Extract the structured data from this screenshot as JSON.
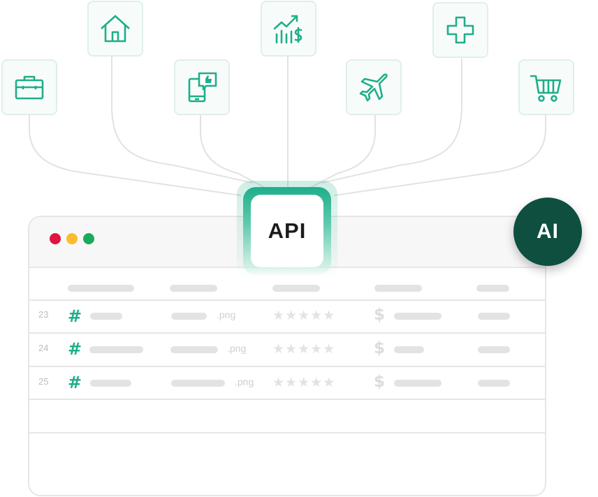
{
  "api_label": "API",
  "ai_label": "AI",
  "accent_color": "#1fae8a",
  "ai_badge_color": "#0e4f40",
  "icons": [
    {
      "name": "briefcase-icon"
    },
    {
      "name": "house-icon"
    },
    {
      "name": "mobile-like-icon"
    },
    {
      "name": "finance-chart-icon"
    },
    {
      "name": "airplane-icon"
    },
    {
      "name": "medical-cross-icon"
    },
    {
      "name": "shopping-cart-icon"
    }
  ],
  "window": {
    "traffic_lights": [
      "#e0143c",
      "#fdbb2d",
      "#1ba95a"
    ]
  },
  "table": {
    "rows": [
      {
        "num": "23",
        "hash": "#",
        "ext": ".png",
        "stars": "★★★★★",
        "currency": "$"
      },
      {
        "num": "24",
        "hash": "#",
        "ext": ".png",
        "stars": "★★★★★",
        "currency": "$"
      },
      {
        "num": "25",
        "hash": "#",
        "ext": ".png",
        "stars": "★★★★★",
        "currency": "$"
      }
    ]
  }
}
